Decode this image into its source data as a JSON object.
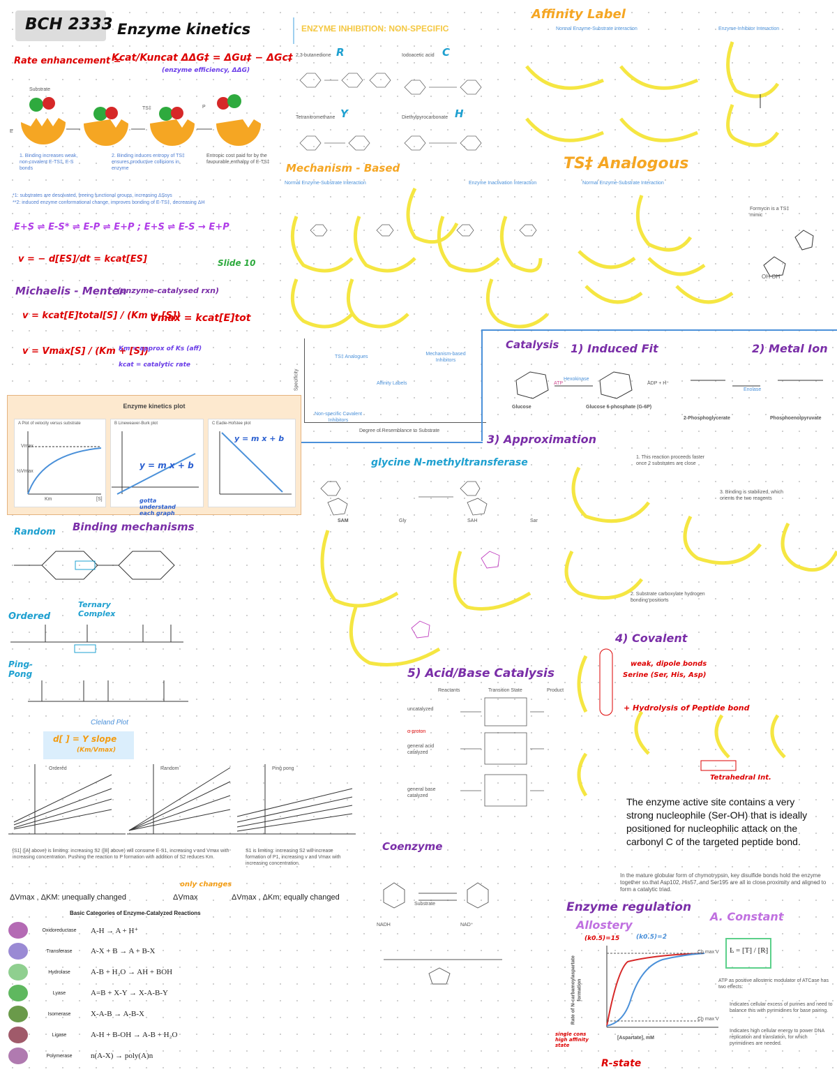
{
  "header": {
    "course": "BCH 2333",
    "topic": "Enzyme kinetics"
  },
  "rate": {
    "label": "Rate enhancement =",
    "formula": "Kcat/Kuncat  ΔΔG‡ = ΔGu‡ − ΔGc‡",
    "note": "(enzyme efficiency, ΔΔG)"
  },
  "top_fig": {
    "s1": "1. Binding increases weak, non-covalent E-TS‡, E-S bonds",
    "s2": "2. Binding induces entropy of TS‡ ensures productive collisions in enzyme",
    "s3": "Entropic cost paid for by the favourable enthalpy of E-TS‡",
    "lbl_sub": "Substrate",
    "lbl_ts": "TS‡",
    "lbl_p": "P",
    "lbl_e": "E"
  },
  "notes": {
    "n1": "*1: substrates are desolvated, freeing functional groups, increasing ΔSsys",
    "n2": "**2: induced enzyme conformational change, improves bonding of E-TS‡, decreasing ΔH"
  },
  "mech": {
    "pathway": "E+S ⇌ E-S* ⇌ E-P ⇌ E+P ;  E+S ⇌ E-S → E+P",
    "rate": "v = − d[ES]/dt = kcat[ES]",
    "slide": "Slide 10"
  },
  "mm": {
    "title": "Michaelis - Menten",
    "sub": "(enzyme-catalysed rxn)",
    "eq1": "v = kcat[E]total[S] / (Km + [S])",
    "vmax": "Vmax = kcat[E]tot",
    "eq2": "v = Vmax[S] / (Km + [S])",
    "km_note": "Km = approx of Ks (aff)",
    "kcat_note": "kcat = catalytic rate"
  },
  "plot": {
    "title": "Enzyme kinetics plot",
    "a": "A  Plot of velocity versus substrate",
    "b": "B  Lineweaver-Burk plot",
    "c": "C  Eadie-Hofstee plot",
    "eq": "y = m x + b",
    "vmax": "Vmax",
    "half": "½Vmax",
    "km": "Km",
    "s": "[S]",
    "gate": "gotta understand each graph"
  },
  "binding": {
    "random": "Random",
    "title": "Binding mechanisms",
    "ternary": "Ternary Complex",
    "ordered": "Ordered",
    "ping": "Ping-Pong",
    "cleland": "Cleland Plot",
    "slope": "d[ ] = Y slope",
    "slope2": "(Km/Vmax)",
    "g_ord": "Ordered",
    "g_ran": "Random",
    "g_pp": "Ping pong",
    "cap1": "[S1] ([A] above) is limiting: increasing S2 ([B] above) will consume E-S1, increasing v and Vmax with increasing concentration. Pushing the reaction to P formation with addition of S2 reduces Km.",
    "cap2": "S1 is limiting: increasing S2 will increase formation of P1, increasing v and Vmax with increasing concentration.",
    "only": "only changes",
    "dv1": "ΔVmax , ΔKM: unequally changed",
    "dv2": "ΔVmax",
    "dv3": "ΔVmax , ΔKm: equally changed"
  },
  "cats": {
    "title": "Basic Categories of Enzyme-Catalyzed Reactions",
    "rows": [
      {
        "name": "Oxidoreductase",
        "rx": "A-H → A + H⁺"
      },
      {
        "name": "Transferase",
        "rx": "A-X + B → A + B-X"
      },
      {
        "name": "Hydrolase",
        "rx": "A-B + H₂O → AH + BOH"
      },
      {
        "name": "Lyase",
        "rx": "A=B + X-Y → X-A-B-Y"
      },
      {
        "name": "Isomerase",
        "rx": "X-A-B → A-B-X"
      },
      {
        "name": "Ligase",
        "rx": "A-H + B-OH → A-B + H₂O"
      },
      {
        "name": "Polymerase",
        "rx": "n(A-X) → poly(A)n"
      }
    ]
  },
  "inhib": {
    "title": "ENZYME INHIBITION: NON-SPECIFIC",
    "a": "2,3-butanedione",
    "b": "Iodoacetic acid",
    "c": "Tetranitromethane",
    "d": "Diethylpyrocarbonate",
    "la": "R",
    "lb": "C",
    "lc": "Y",
    "ld": "H",
    "mech": "Mechanism - Based",
    "mech_sub": "Normal Enzyme-Substrate Interaction",
    "mech_sub2": "Enzyme Inactivation Interaction"
  },
  "affinity": {
    "title": "Affinity Label",
    "sub1": "Normal Enzyme-Substrate Interaction",
    "sub2": "Enzyme-Inhibitor Interaction"
  },
  "ts": {
    "title": "TS‡ Analogous",
    "sub": "Normal Enzyme-Substrate Interaction",
    "note": "Formycin is a TS‡ mimic",
    "oh": "OH OH"
  },
  "spec": {
    "ts": "TS‡ Analogues",
    "mb": "Mechanism-based Inhibitors",
    "al": "Affinity Labels",
    "ns": "Non-specific Covalent Inhibitors",
    "x": "Degree of Resemblance to Substrate",
    "y": "Specificity"
  },
  "catalysis": {
    "title": "Catalysis",
    "induced": "1) Induced Fit",
    "metal": "2) Metal Ion",
    "glc": "Glucose",
    "g6p": "Glucose 6-phosphate (G-6P)",
    "hk": "Hexokinase",
    "atp": "ATP",
    "adp": "ADP + H⁺",
    "pg": "2-Phosphoglycerate",
    "pep": "Phosphoenolpyruvate",
    "enol": "Enolase"
  },
  "approx": {
    "title": "3) Approximation",
    "glycine": "glycine N-methyltransferase",
    "sam": "SAM",
    "gly": "Gly",
    "sah": "SAH",
    "sar": "Sar",
    "n1": "1. This reaction proceeds faster once 2 substrates are close",
    "n2": "2. Substrate carboxylate hydrogen bonding positions",
    "n3": "3. Binding is stabilized, which orients the two reagents"
  },
  "covalent": {
    "title": "4) Covalent",
    "nu1": "weak, dipole bonds",
    "nu2": "Serine (Ser, His, Asp)",
    "hyd": "+ Hydrolysis of Peptide bond",
    "tet": "Tetrahedral Int.",
    "p1": "The enzyme active site contains a very strong nucleophile (Ser-OH) that is ideally positioned for nucleophilic attack on the carbonyl C of the targeted peptide bond.",
    "p2": "In the mature globular form of chymotrypsin, key disulfide bonds hold the enzyme together so that Asp102, His57, and Ser195 are all in close proximity and aligned to form a catalytic triad."
  },
  "acid": {
    "title": "5) Acid/Base Catalysis",
    "c1": "Reactants",
    "c2": "Transition State",
    "c3": "Product",
    "r1": "uncatalyzed",
    "r2": "general acid catalyzed",
    "r3": "general base catalyzed",
    "r0": "α-proton"
  },
  "coenzyme": {
    "title": "Coenzyme",
    "a": "Substrate",
    "b": "NADH",
    "c": "NAD⁺"
  },
  "reg": {
    "title": "Enzyme regulation",
    "allo": "Allostery",
    "const": "A. Constant",
    "lfrac": "L = [T] / [R]",
    "k1": "(k0.5)=15",
    "k2": "(k0.5)=2",
    "x": "[Aspartate], mM",
    "y": "Rate of N-carbamoylaspartate formation",
    "v1": "Ch max V",
    "v2": "Ch max V",
    "atp": "ATP as positive allosteric modulator of ATCase has two effects:",
    "e1": "Indicates cellular excess of purines and need to balance this with pyrimidines for base pairing.",
    "e2": "Indicates high cellular energy to power DNA replication and translation, for which pyrimidines are needed.",
    "single": "single cons high affinity state",
    "rstate": "R-state"
  }
}
